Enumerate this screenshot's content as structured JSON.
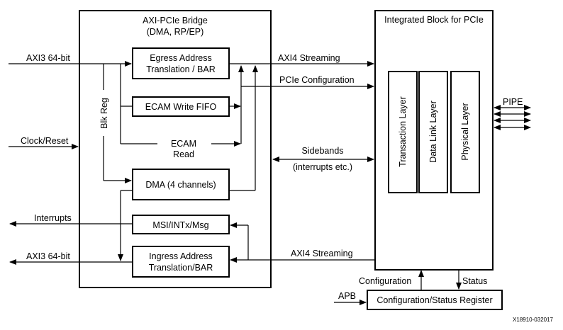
{
  "diagram": {
    "bridge": {
      "title_line1": "AXI-PCIe Bridge",
      "title_line2": "(DMA, RP/EP)"
    },
    "blocks": {
      "egress_line1": "Egress Address",
      "egress_line2": "Translation / BAR",
      "ecam_write": "ECAM Write FIFO",
      "ecam_read_line1": "ECAM",
      "ecam_read_line2": "Read",
      "dma": "DMA (4 channels)",
      "msi": "MSI/INTx/Msg",
      "ingress_line1": "Ingress Address",
      "ingress_line2": "Translation/BAR",
      "blk_reg": "Blk Reg"
    },
    "integrated": {
      "title": "Integrated Block for PCIe",
      "layers": [
        "Transaction Layer",
        "Data Link Layer",
        "Physical Layer"
      ]
    },
    "csr": {
      "label": "Configuration/Status Register"
    },
    "signals": {
      "axi3_in": "AXI3 64-bit",
      "clock_reset": "Clock/Reset",
      "interrupts": "Interrupts",
      "axi3_out": "AXI3 64-bit",
      "axi4_stream_tx": "AXI4 Streaming",
      "pcie_config": "PCIe Configuration",
      "sidebands": "Sidebands",
      "sidebands_sub": "(interrupts etc.)",
      "axi4_stream_rx": "AXI4 Streaming",
      "pipe": "PIPE",
      "configuration": "Configuration",
      "status": "Status",
      "apb": "APB"
    },
    "figure_id": "X18910-032017"
  }
}
